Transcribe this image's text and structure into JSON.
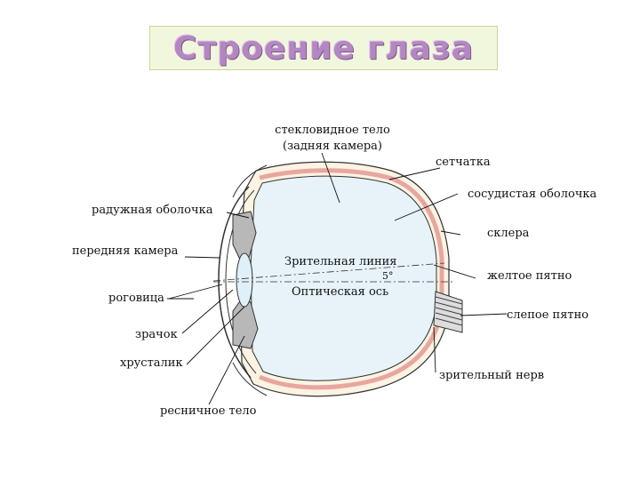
{
  "title": "Строение глаза",
  "labels": {
    "vitreous_line1": "стекловидное тело",
    "vitreous_line2": "(задняя камера)",
    "retina": "сетчатка",
    "choroid": "сосудистая оболочка",
    "iris": "радужная оболочка",
    "sclera": "склера",
    "anterior_chamber": "передняя камера",
    "visual_line": "Зрительная линия",
    "angle": "5°",
    "macula": "желтое пятно",
    "optical_axis": "Оптическая ось",
    "cornea": "роговица",
    "blind_spot": "слепое пятно",
    "pupil": "зрачок",
    "lens": "хрусталик",
    "optic_nerve": "зрительный нерв",
    "ciliary_body": "ресничное тело"
  },
  "colors": {
    "title_fill": "#b487c2",
    "title_bg": "#f1f7dc",
    "eye_interior": "#e7f3f9",
    "sclera": "#fdf3e2",
    "choroid": "#e8a6a0",
    "iris": "#b8b8b8"
  }
}
